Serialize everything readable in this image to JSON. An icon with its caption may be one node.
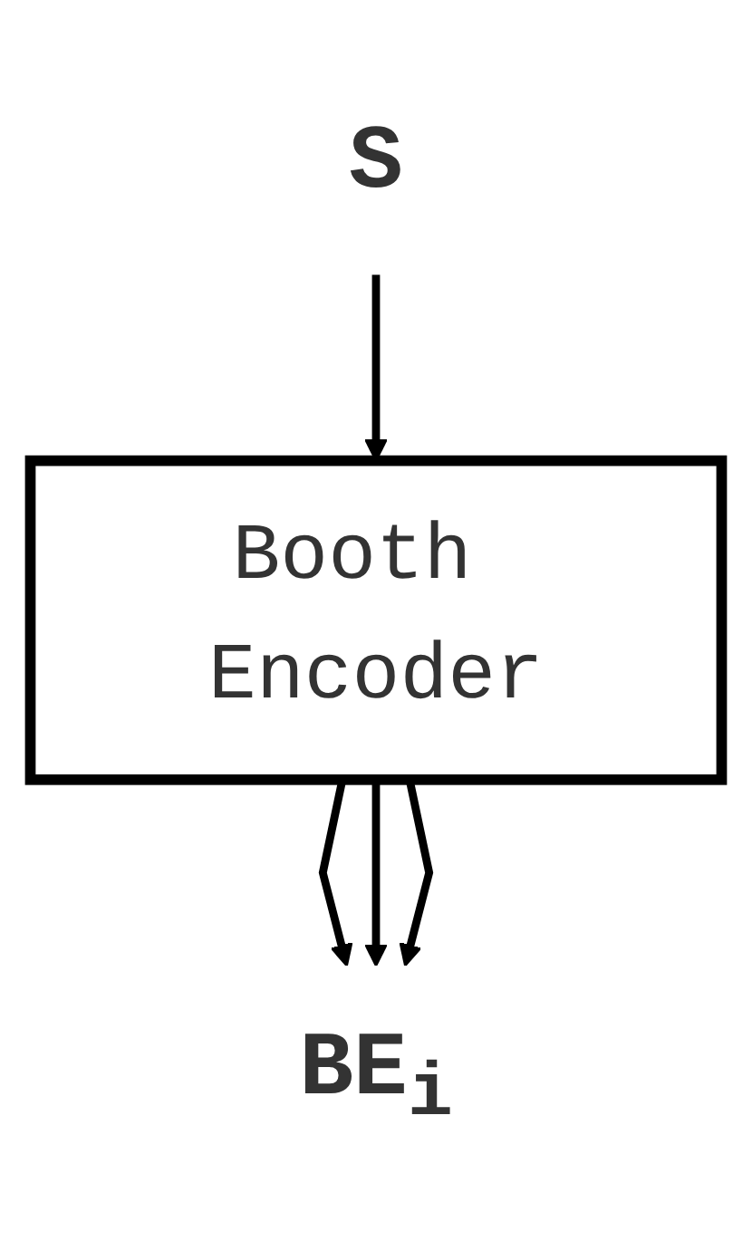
{
  "diagram": {
    "nodes": [
      {
        "text": [
          "S"
        ]
      },
      {
        "text": [
          "Booth Encoder"
        ]
      },
      {
        "text": [
          "BE$_{i}$"
        ]
      }
    ],
    "edges": [
      {
        "from": 0,
        "to": 1,
        "arrow": "to"
      },
      {
        "from": 1,
        "to": 2,
        "arrow": "to"
      },
      {
        "from": 1,
        "to": 2,
        "arrow": "to"
      },
      {
        "from": 1,
        "to": 2,
        "arrow": "to"
      }
    ]
  }
}
